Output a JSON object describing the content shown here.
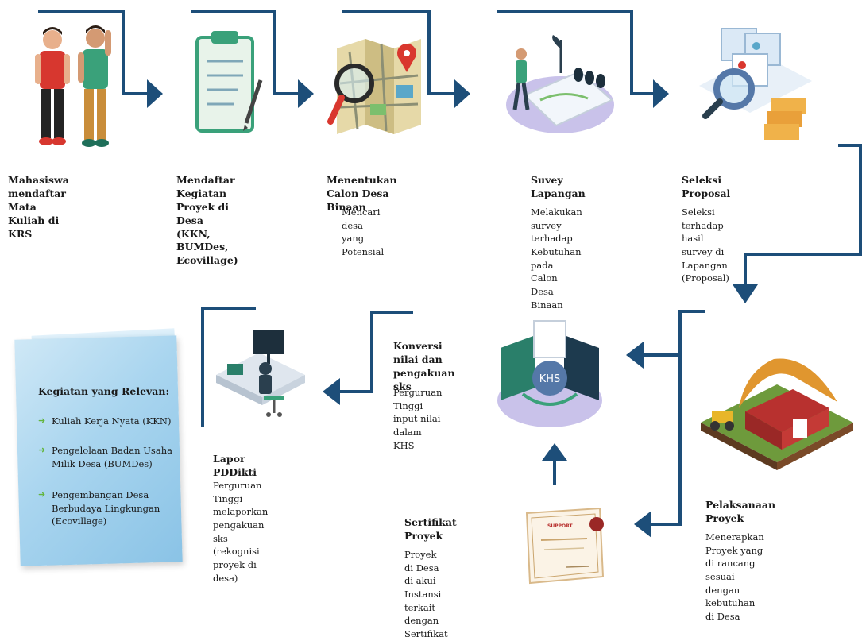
{
  "steps": {
    "s1": {
      "title": "Mahasiswa mendaftar\nMata Kuliah di KRS"
    },
    "s2": {
      "title": "Mendaftar\nKegiatan Proyek di Desa\n(KKN, BUMDes, Ecovillage)"
    },
    "s3": {
      "title": "Menentukan Calon Desa Binaan",
      "desc": "Mencari desa yang Potensial"
    },
    "s4": {
      "title": "Suvey Lapangan",
      "desc": "Melakukan survey terhadap\nKebutuhan pada Calon\nDesa Binaan"
    },
    "s5": {
      "title": "Seleksi Proposal",
      "desc": "Seleksi terhadap hasil survey di\nLapangan (Proposal)"
    },
    "s6": {
      "title": "Pelaksanaan Proyek",
      "desc": "Menerapkan Proyek yang\ndi rancang sesuai dengan\nkebutuhan di Desa"
    },
    "s7": {
      "title": "Sertifikat Proyek",
      "desc": "Proyek di Desa\ndi akui Instansi terkait\ndengan Sertifikat"
    },
    "s8": {
      "title": "Konversi nilai dan\npengakuan sks",
      "desc": "Perguruan Tinggi\ninput nilai\ndalam KHS"
    },
    "s9": {
      "title": "Lapor PDDikti",
      "desc": "Perguruan Tinggi melaporkan\npengakuan sks\n(rekognisi proyek di desa)"
    }
  },
  "khs_label": "KHS",
  "certificate_heading": "SUPPORT",
  "sidebox": {
    "title": "Kegiatan yang Relevan:",
    "items": [
      "Kuliah Kerja Nyata (KKN)",
      "Pengelolaan Badan Usaha\nMilik Desa (BUMDes)",
      "Pengembangan Desa\nBerbudaya Lingkungan\n(Ecovillage)"
    ]
  },
  "colors": {
    "connector": "#1d4e79",
    "accent_green": "#63b53e",
    "panel_blue": "#a9d5ef",
    "platform_purple": "#c9c2ea",
    "barn_red": "#b8312f"
  },
  "icons": {
    "s1": "students-icon",
    "s2": "clipboard-icon",
    "s3": "map-search-icon",
    "s4": "survey-icon",
    "s5": "proposal-icon",
    "s6": "barn-icon",
    "s7": "certificate-icon",
    "s8": "khs-icon",
    "s9": "workstation-icon"
  }
}
